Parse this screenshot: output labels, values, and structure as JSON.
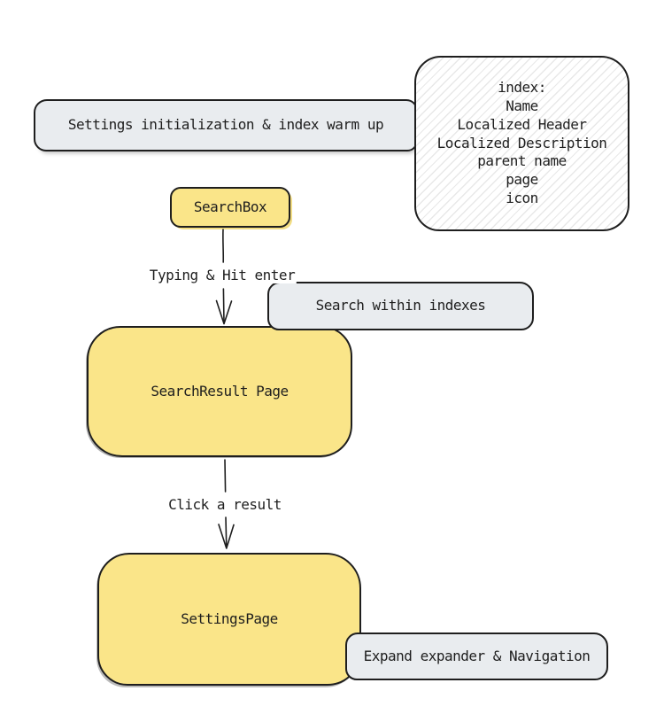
{
  "colors": {
    "canvas_background": "#ffffff",
    "stroke": "#1e1e1e",
    "node_yellow_fill": "#fae589",
    "node_grey_fill": "#e9ecef",
    "note_fill": "#ffffff"
  },
  "nodes": {
    "settings_init": {
      "label": "Settings initialization & index warm up"
    },
    "index_note": {
      "lines": [
        "index:",
        "Name",
        "Localized Header",
        "Localized Description",
        "parent name",
        "page",
        "icon"
      ]
    },
    "search_box": {
      "label": "SearchBox"
    },
    "search_within": {
      "label": "Search within indexes"
    },
    "search_result": {
      "label": "SearchResult Page"
    },
    "settings_page": {
      "label": "SettingsPage"
    },
    "expand_nav": {
      "label": "Expand expander & Navigation"
    }
  },
  "arrows": {
    "typing": {
      "label": "Typing & Hit enter",
      "from": "search_box",
      "to": "search_result"
    },
    "click": {
      "label": "Click a result",
      "from": "search_result",
      "to": "settings_page"
    }
  }
}
